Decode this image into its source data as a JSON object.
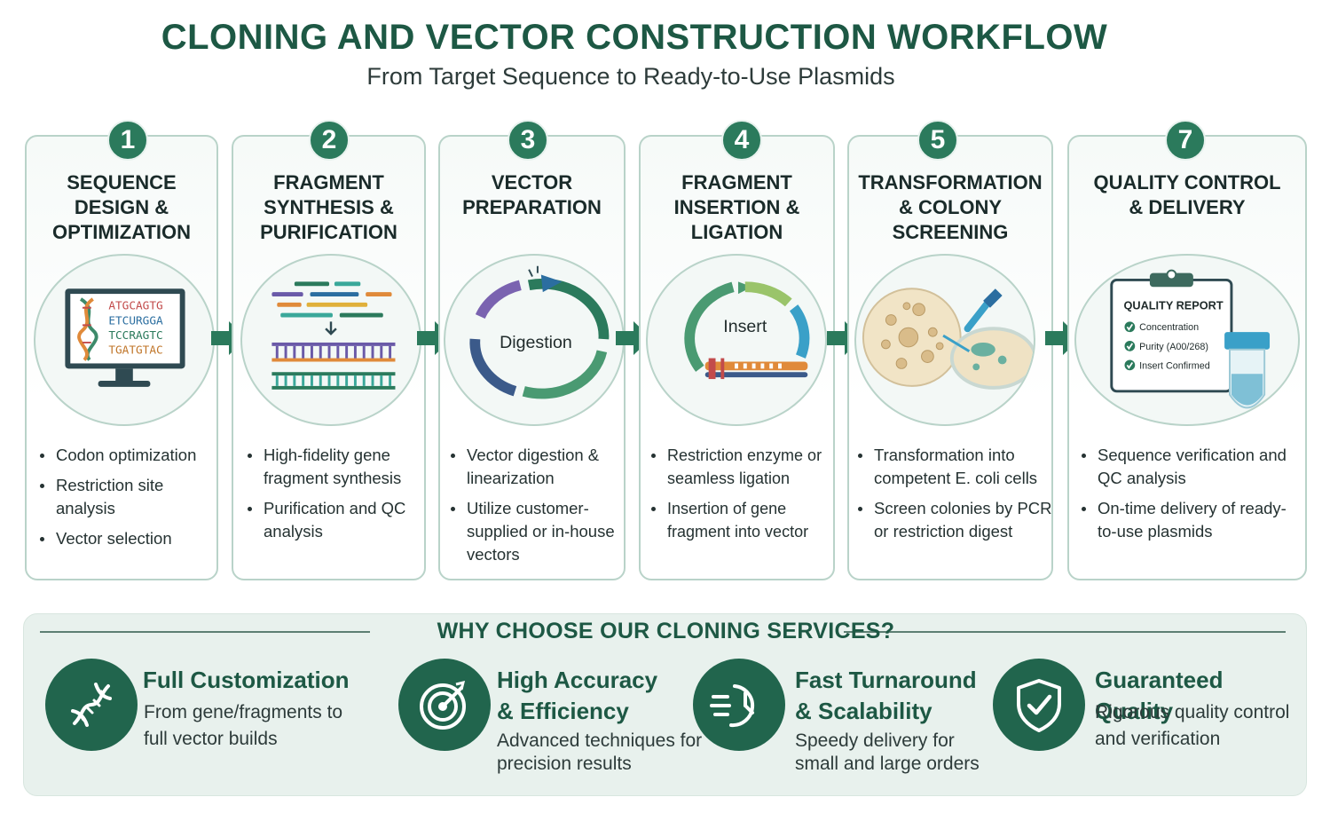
{
  "header": {
    "title": "CLONING AND VECTOR CONSTRUCTION WORKFLOW",
    "subtitle": "From Target Sequence to Ready-to-Use Plasmids"
  },
  "steps": [
    {
      "number": "1",
      "title": "SEQUENCE DESIGN & OPTIMIZATION",
      "illustration": {
        "sequence_lines": [
          "ATGCAGTG",
          "ETCURGGA",
          "TCCRAGTC",
          "TGATGTAC"
        ]
      },
      "bullets": [
        "Codon optimization",
        "Restriction site analysis",
        "Vector selection"
      ]
    },
    {
      "number": "2",
      "title": "FRAGMENT SYNTHESIS & PURIFICATION",
      "bullets": [
        "High-fidelity gene fragment synthesis",
        "Purification and QC analysis"
      ]
    },
    {
      "number": "3",
      "title": "VECTOR PREPARATION",
      "illustration": {
        "label": "Digestion"
      },
      "bullets": [
        "Vector digestion & linearization",
        "Utilize customer-supplied or in-house vectors"
      ]
    },
    {
      "number": "4",
      "title": "FRAGMENT INSERTION & LIGATION",
      "illustration": {
        "label": "Insert"
      },
      "bullets": [
        "Restriction enzyme or seamless ligation",
        "Insertion of gene fragment into vector"
      ]
    },
    {
      "number": "5",
      "title": "TRANSFORMATION & COLONY SCREENING",
      "bullets": [
        "Transformation into competent E. coli cells",
        "Screen colonies by PCR or restriction digest"
      ]
    },
    {
      "number": "7",
      "title": "QUALITY CONTROL & DELIVERY",
      "illustration": {
        "report_title": "QUALITY REPORT",
        "checks": [
          "Concentration",
          "Purity (A00/268)",
          "Insert Confirmed"
        ]
      },
      "bullets": [
        "Sequence verification and QC analysis",
        "On-time delivery of ready-to-use plasmids"
      ]
    }
  ],
  "why": {
    "title": "WHY CHOOSE OUR CLONING SERVICES?",
    "features": [
      {
        "icon": "dna-icon",
        "title": "Full Customization",
        "desc": "From gene/fragments to full vector builds"
      },
      {
        "icon": "target-icon",
        "title": "High Accuracy & Efficiency",
        "desc": "Advanced techniques for precision results"
      },
      {
        "icon": "timer-icon",
        "title": "Fast Turnaround & Scalability",
        "desc": "Speedy delivery for small and large orders"
      },
      {
        "icon": "shield-check-icon",
        "title": "Guaranteed Quality",
        "desc": "Rigorous quality control and verification"
      }
    ]
  },
  "colors": {
    "primary": "#21654d",
    "accent": "#2b7a5c",
    "card_border": "#b9d3c9",
    "panel_bg": "#e8f1ed"
  }
}
